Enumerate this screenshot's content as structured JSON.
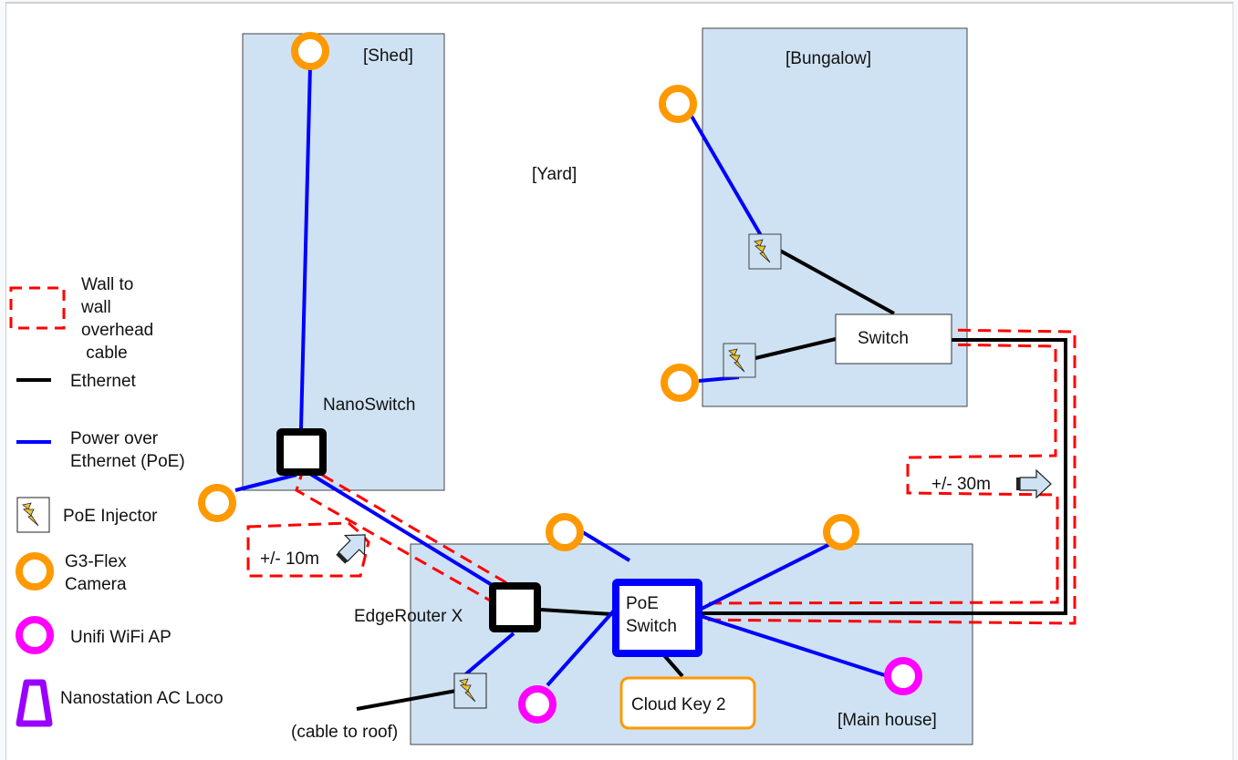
{
  "diagram": {
    "areas": {
      "shed": "[Shed]",
      "bungalow": "[Bungalow]",
      "yard": "[Yard]",
      "main_house": "[Main house]"
    },
    "devices": {
      "nanoswitch": "NanoSwitch",
      "edgerouter": "EdgeRouter X",
      "poe_switch_line1": "PoE",
      "poe_switch_line2": "Switch",
      "bungalow_switch": "Switch",
      "cloud_key": "Cloud Key 2"
    },
    "annotations": {
      "distance_shed": "+/- 10m",
      "distance_bungalow": "+/- 30m",
      "cable_to_roof": "(cable to roof)"
    },
    "legend": {
      "wall_cable_lines": [
        "Wall to",
        "wall",
        "overhead",
        " cable"
      ],
      "ethernet": "Ethernet",
      "poe_lines": [
        "Power over",
        "Ethernet (PoE)"
      ],
      "poe_injector": "PoE Injector",
      "camera_lines": [
        "G3-Flex",
        "Camera"
      ],
      "wifi_ap": "Unifi WiFi AP",
      "nanostation": "Nanostation AC Loco"
    },
    "colors": {
      "area_fill": "#cfe2f3",
      "poe_line": "#0000ff",
      "ethernet_line": "#000000",
      "overhead_cable": "#ff0000",
      "camera": "#ff9900",
      "wifi_ap": "#ff00ff",
      "nanostation": "#9900ff",
      "injector": "#f1c232"
    }
  }
}
